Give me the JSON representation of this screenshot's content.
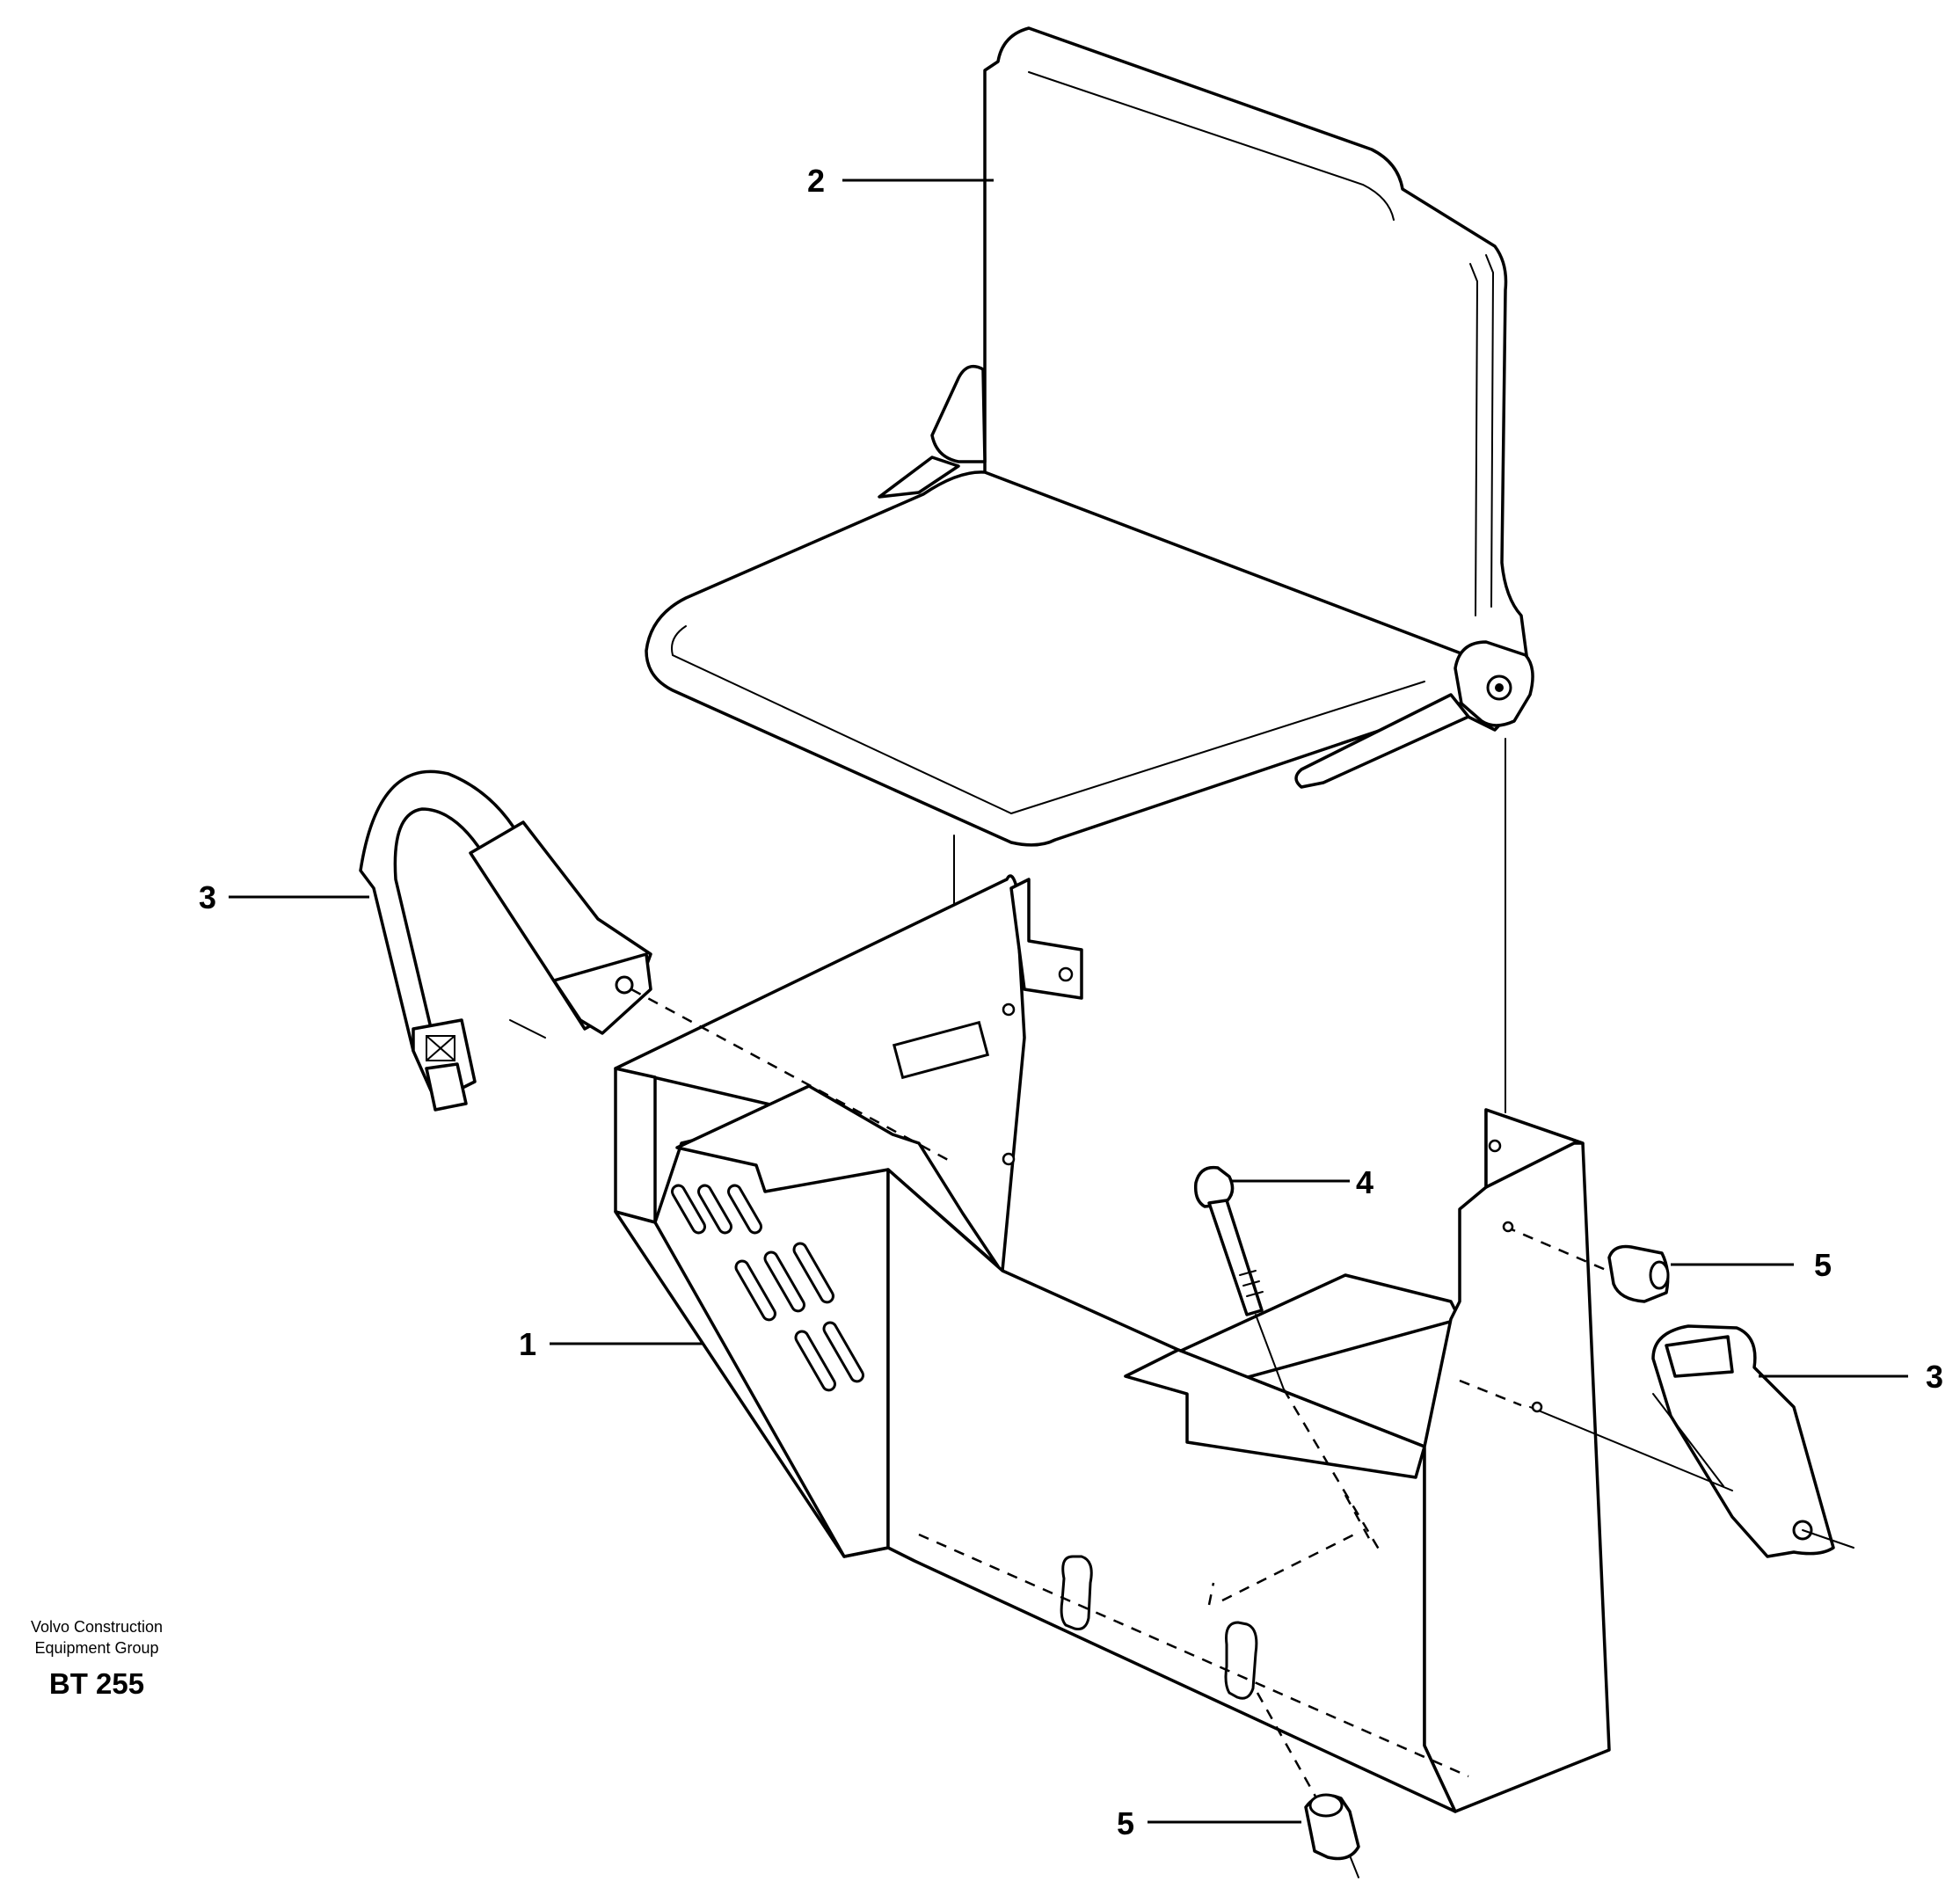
{
  "callouts": {
    "c1": "1",
    "c2": "2",
    "c3_left": "3",
    "c3_right": "3",
    "c4": "4",
    "c5_top": "5",
    "c5_bottom": "5"
  },
  "credit": {
    "line1": "Volvo Construction",
    "line2": "Equipment Group",
    "code": "BT 255"
  }
}
